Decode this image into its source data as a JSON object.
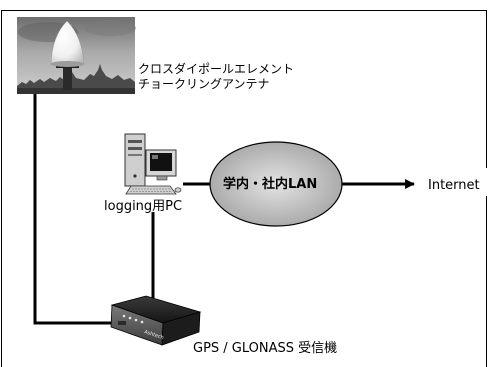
{
  "antenna": {
    "label_line1": "クロスダイポールエレメント",
    "label_line2": "チョークリングアンテナ"
  },
  "pc": {
    "label": "logging用PC"
  },
  "network": {
    "label": "学内・社内LAN"
  },
  "internet": {
    "label": "Internet"
  },
  "receiver": {
    "label": "GPS / GLONASS 受信機",
    "brand": "Ashtech"
  }
}
